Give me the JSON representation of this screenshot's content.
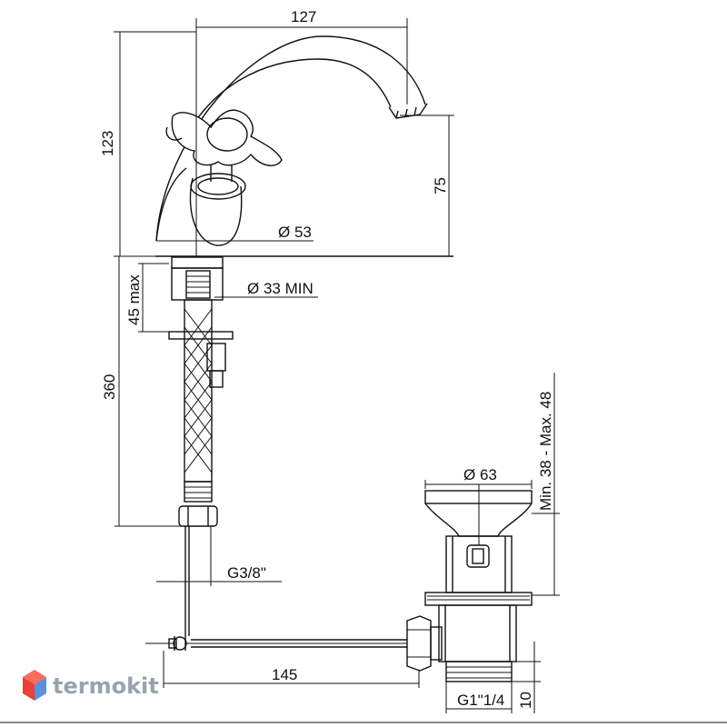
{
  "dimensions": {
    "spout_reach": "127",
    "height_total": "123",
    "spout_height": "75",
    "base_diameter": "Ø 53",
    "hole_diameter": "Ø 33 MIN",
    "deck_thickness": "45 max",
    "hose_length": "360",
    "hose_thread": "G3/8\"",
    "rod_length": "145",
    "drain_diameter": "Ø 63",
    "drain_range": "Min. 38 - Max. 48",
    "drain_thread": "G1\"1/4",
    "thread_length": "10"
  },
  "logo": {
    "text": "termokit",
    "colors": {
      "top": "#ff6b5b",
      "left": "#e9403a",
      "right": "#5f8fd6"
    }
  }
}
